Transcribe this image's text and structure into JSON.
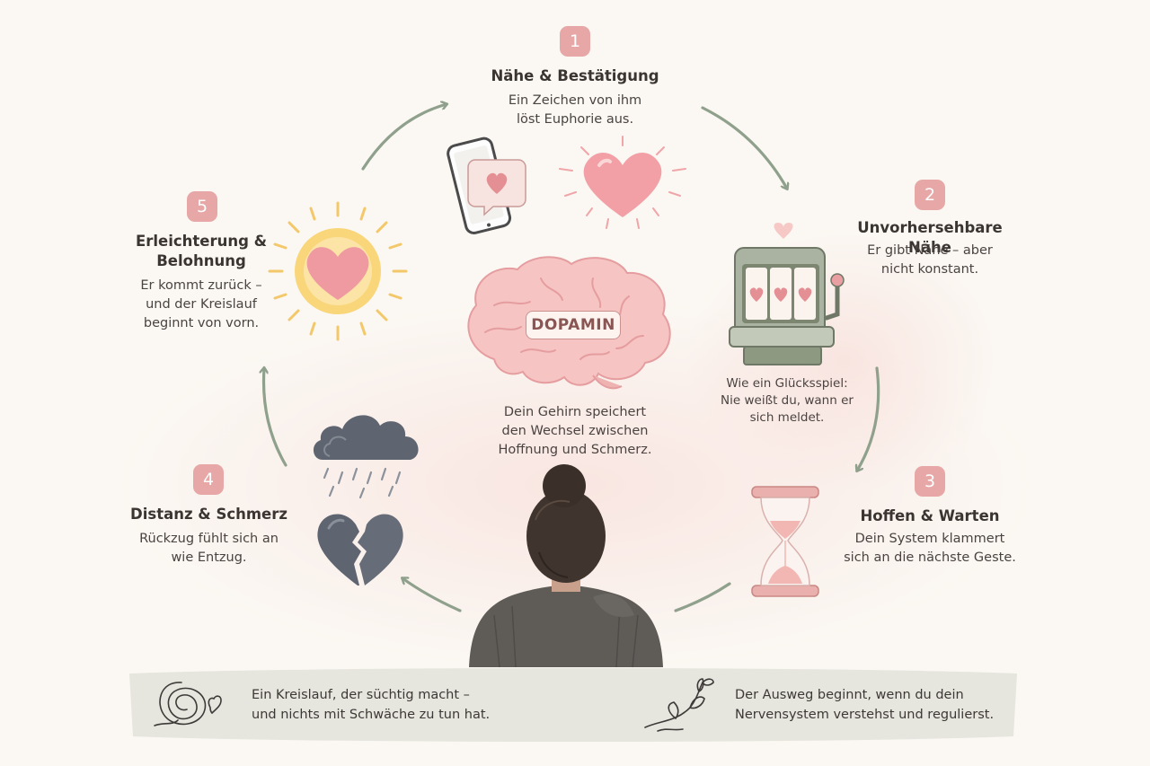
{
  "steps": [
    {
      "num": "1",
      "title": "Nähe & Bestätigung",
      "desc": "Ein Zeichen von ihm\nlöst Euphorie aus."
    },
    {
      "num": "2",
      "title": "Unvorhersehbare Nähe",
      "desc": "Er gibt Nähe – aber\nnicht konstant."
    },
    {
      "num": "3",
      "title": "Hoffen & Warten",
      "desc": "Dein System klammert\nsich an die nächste Geste."
    },
    {
      "num": "4",
      "title": "Distanz & Schmerz",
      "desc": "Rückzug fühlt sich an\nwie Entzug."
    },
    {
      "num": "5",
      "title": "Erleichterung &\nBelohnung",
      "desc": "Er kommt zurück –\nund der Kreislauf\nbeginnt von vorn."
    }
  ],
  "slot_caption": "Wie ein Glücksspiel:\nNie weißt du, wann er\nsich meldet.",
  "brain": {
    "label": "DOPAMIN",
    "caption": "Dein Gehirn speichert\nden Wechsel zwischen\nHoffnung und Schmerz."
  },
  "footer": {
    "left": "Ein Kreislauf, der süchtig macht –\nund nichts mit Schwäche zu tun hat.",
    "right": "Der Ausweg beginnt, wenn du dein\nNervensystem verstehst und regulierst."
  },
  "colors": {
    "badge": "#e7a7a6",
    "arrow": "#8fa08c",
    "heart": "#ee9fa3",
    "background": "#fbf8f3"
  },
  "icons": [
    "phone-heart-icon",
    "glowing-heart-icon",
    "slot-machine-icon",
    "hourglass-icon",
    "rain-cloud-icon",
    "broken-heart-icon",
    "sun-heart-icon",
    "brain-icon",
    "tangle-icon",
    "sprout-icon"
  ]
}
